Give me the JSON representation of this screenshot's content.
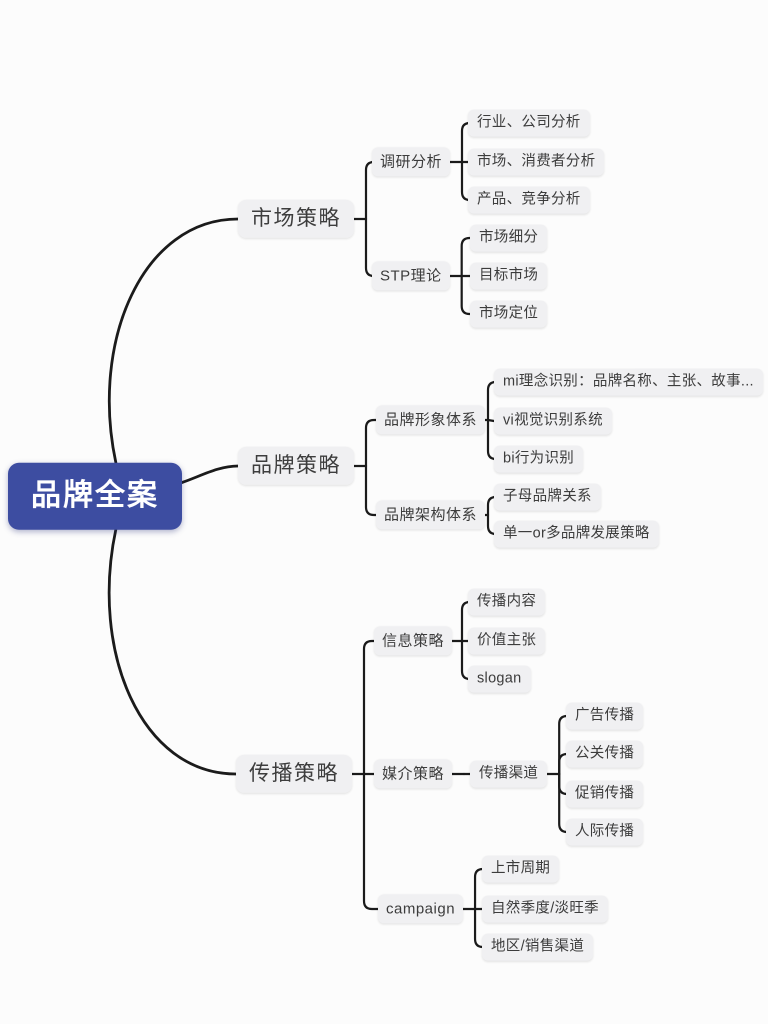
{
  "colors": {
    "root_bg": "#3d4da1",
    "root_text": "#ffffff",
    "node_bg": "#f0f0f2",
    "node_text": "#3c3c3c",
    "line": "#1b1b1b",
    "canvas_bg": "#fcfcfc"
  },
  "mindmap": {
    "root": {
      "id": "root",
      "label": "品牌全案",
      "children": [
        {
          "id": "market-strategy",
          "label": "市场策略",
          "children": [
            {
              "id": "research-analysis",
              "label": "调研分析",
              "children": [
                {
                  "id": "industry-company-analysis",
                  "label": "行业、公司分析"
                },
                {
                  "id": "market-consumer-analysis",
                  "label": "市场、消费者分析"
                },
                {
                  "id": "product-competition-analysis",
                  "label": "产品、竞争分析"
                }
              ]
            },
            {
              "id": "stp-theory",
              "label": "STP理论",
              "children": [
                {
                  "id": "market-segmentation",
                  "label": "市场细分"
                },
                {
                  "id": "target-market",
                  "label": "目标市场"
                },
                {
                  "id": "market-positioning",
                  "label": "市场定位"
                }
              ]
            }
          ]
        },
        {
          "id": "brand-strategy",
          "label": "品牌策略",
          "children": [
            {
              "id": "brand-image-system",
              "label": "品牌形象体系",
              "children": [
                {
                  "id": "mi-concept-identity",
                  "label": "mi理念识别：品牌名称、主张、故事..."
                },
                {
                  "id": "vi-visual-identity",
                  "label": "vi视觉识别系统"
                },
                {
                  "id": "bi-behavior-identity",
                  "label": "bi行为识别"
                }
              ]
            },
            {
              "id": "brand-architecture-system",
              "label": "品牌架构体系",
              "children": [
                {
                  "id": "sub-parent-brand-relation",
                  "label": "子母品牌关系"
                },
                {
                  "id": "single-or-multi-brand-strategy",
                  "label": "单一or多品牌发展策略"
                }
              ]
            }
          ]
        },
        {
          "id": "communication-strategy",
          "label": "传播策略",
          "children": [
            {
              "id": "message-strategy",
              "label": "信息策略",
              "children": [
                {
                  "id": "communication-content",
                  "label": "传播内容"
                },
                {
                  "id": "value-proposition",
                  "label": "价值主张"
                },
                {
                  "id": "slogan",
                  "label": "slogan"
                }
              ]
            },
            {
              "id": "media-strategy",
              "label": "媒介策略",
              "children": [
                {
                  "id": "communication-channels",
                  "label": "传播渠道",
                  "children": [
                    {
                      "id": "advertising-communication",
                      "label": "广告传播"
                    },
                    {
                      "id": "pr-communication",
                      "label": "公关传播"
                    },
                    {
                      "id": "promotion-communication",
                      "label": "促销传播"
                    },
                    {
                      "id": "interpersonal-communication",
                      "label": "人际传播"
                    }
                  ]
                }
              ]
            },
            {
              "id": "campaign",
              "label": "campaign",
              "children": [
                {
                  "id": "launch-cycle",
                  "label": "上市周期"
                },
                {
                  "id": "natural-season",
                  "label": "自然季度/淡旺季"
                },
                {
                  "id": "region-sales-channel",
                  "label": "地区/销售渠道"
                }
              ]
            }
          ]
        }
      ]
    }
  }
}
